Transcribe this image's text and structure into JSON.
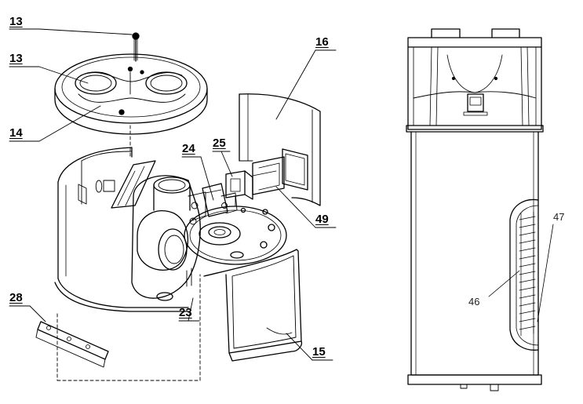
{
  "callouts": {
    "c13a": "13",
    "c13b": "13",
    "c14": "14",
    "c16": "16",
    "c24": "24",
    "c25": "25",
    "c49": "49",
    "c28": "28",
    "c23": "23",
    "c15": "15",
    "c46": "46",
    "c47": "47"
  },
  "colors": {
    "line": "#000000",
    "background": "#ffffff"
  }
}
